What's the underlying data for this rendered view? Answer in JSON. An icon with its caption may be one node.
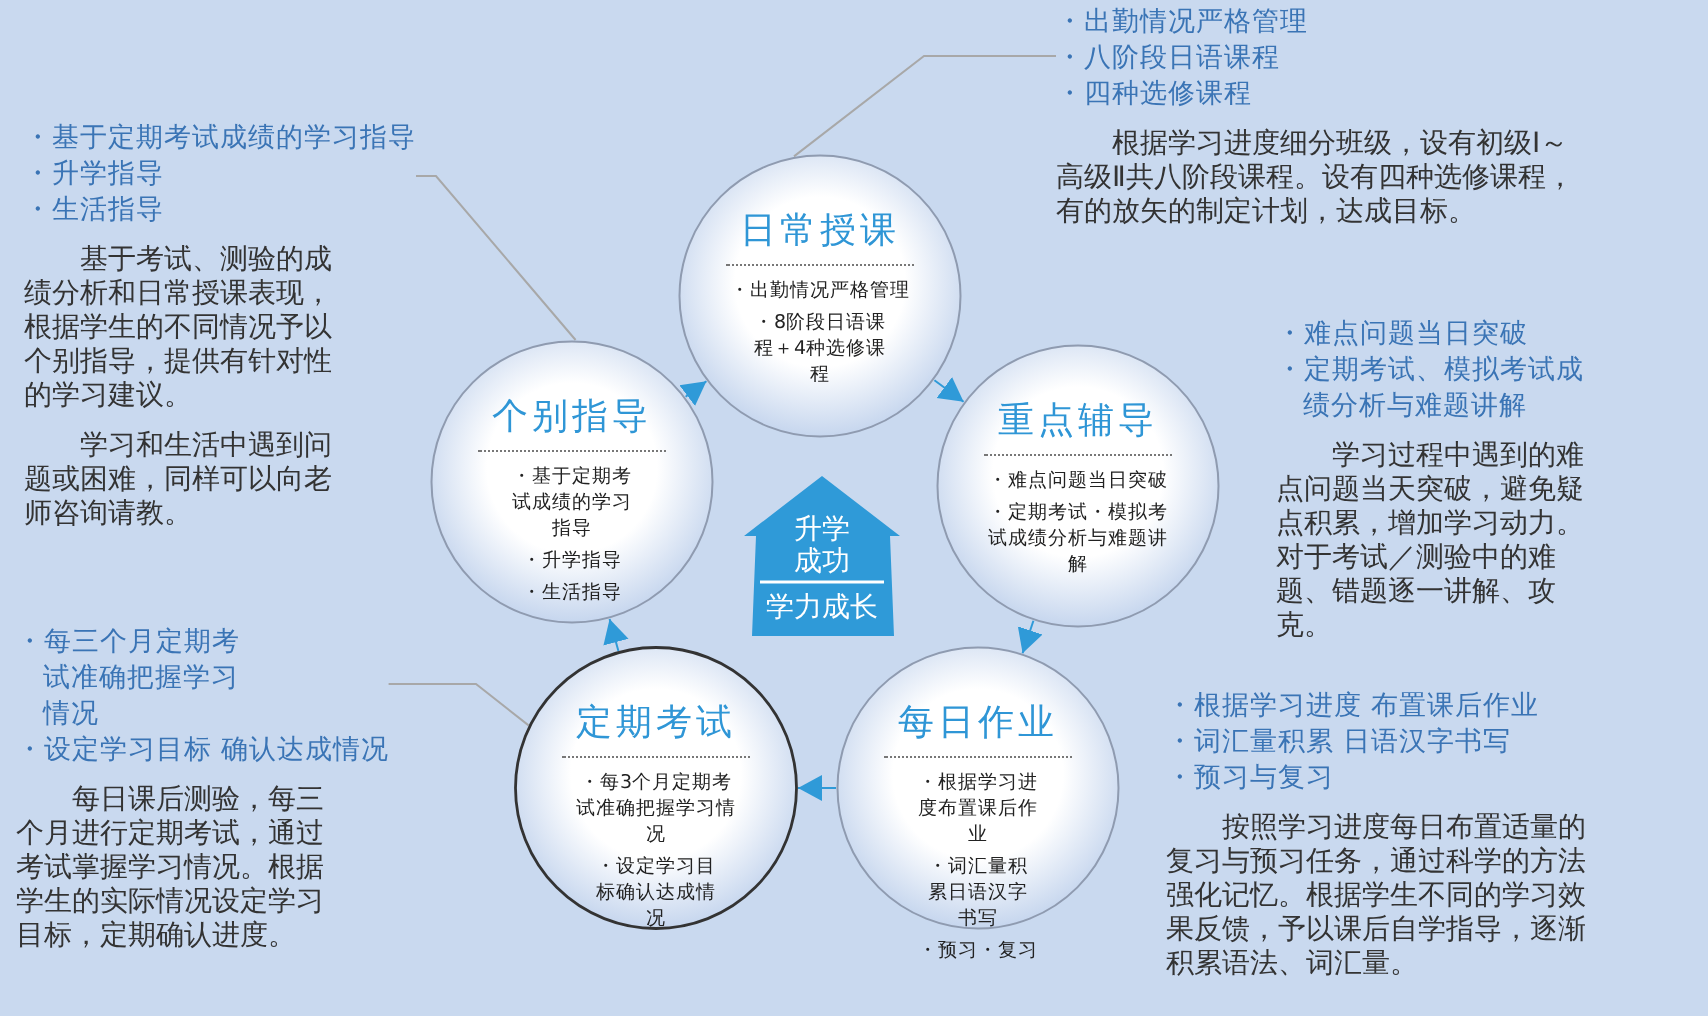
{
  "diagram": {
    "nodes": [
      {
        "text": [
          "日常授课",
          "・出勤情况严格管理",
          "・8阶段日语课程＋4种选修课程"
        ]
      },
      {
        "text": [
          "重点辅导",
          "・难点问题当日突破",
          "・定期考试・模拟考试成绩分析与难题讲解"
        ],
        "beside": [
          "・难点问题当日突破",
          "・定期考试、模拟考试成绩分析与难题讲解",
          "学习过程中遇到的难点问题当天突破，避免疑点积累，增加学习动力。对于考试／测验中的难题、错题逐一讲解、攻克。"
        ]
      },
      {
        "text": [
          "每日作业",
          "・根据学习进度布置课后作业",
          "・词汇量积累日语汉字书写",
          "・预习・复习"
        ],
        "beside": [
          "・根据学习进度 布置课后作业",
          "・词汇量积累 日语汉字书写",
          "・预习与复习",
          "按照学习进度每日布置适量的复习与预习任务，通过科学的方法强化记忆。根据学生不同的学习效果反馈，予以课后自学指导，逐渐积累语法、词汇量。"
        ]
      },
      {
        "text": [
          "定期考试",
          "・每3个月定期考试准确把握学习情况",
          "・设定学习目标确认达成情况"
        ]
      },
      {
        "text": [
          "个别指导",
          "・基于定期考试成绩的学习指导",
          "・升学指导",
          "・生活指导"
        ]
      },
      {
        "text": [
          "升学成功",
          "学力成长"
        ]
      },
      {
        "text": [
          "・出勤情况严格管理",
          "・八阶段日语课程",
          "・四种选修课程",
          "根据学习进度细分班级，设有初级Ⅰ～高级Ⅱ共八阶段课程。设有四种选修课程，有的放矢的制定计划，达成目标。"
        ]
      },
      {
        "text": [
          "・基于定期考试成绩的学习指导",
          "・升学指导",
          "・生活指导",
          "基于考试、测验的成绩分析和日常授课表现，根据学生的不同情况予以个别指导，提供有针对性的学习建议。",
          "学习和生活中遇到问题或困难，同样可以向老师咨询请教。"
        ]
      },
      {
        "text": [
          "・每三个月定期考试准确把握学习情况",
          "・设定学习目标 确认达成情况",
          "每日课后测验，每三个月进行定期考试，通过考试掌握学习情况。根据学生的实际情况设定学习目标，定期确认进度。"
        ]
      }
    ],
    "edges": [
      {
        "from": 0,
        "to": 1,
        "arrow": "to"
      },
      {
        "from": 1,
        "to": 2,
        "arrow": "to"
      },
      {
        "from": 2,
        "to": 3,
        "arrow": "to"
      },
      {
        "from": 3,
        "to": 4,
        "arrow": "to"
      },
      {
        "from": 4,
        "to": 0,
        "arrow": "to"
      },
      {
        "from": 6,
        "to": 0,
        "arrow": "none",
        "color": "#a8a8a8"
      },
      {
        "from": 7,
        "to": 4,
        "arrow": "none",
        "color": "#a8a8a8"
      },
      {
        "from": 8,
        "to": 3,
        "arrow": "none",
        "color": "#a8a8a8"
      }
    ]
  }
}
